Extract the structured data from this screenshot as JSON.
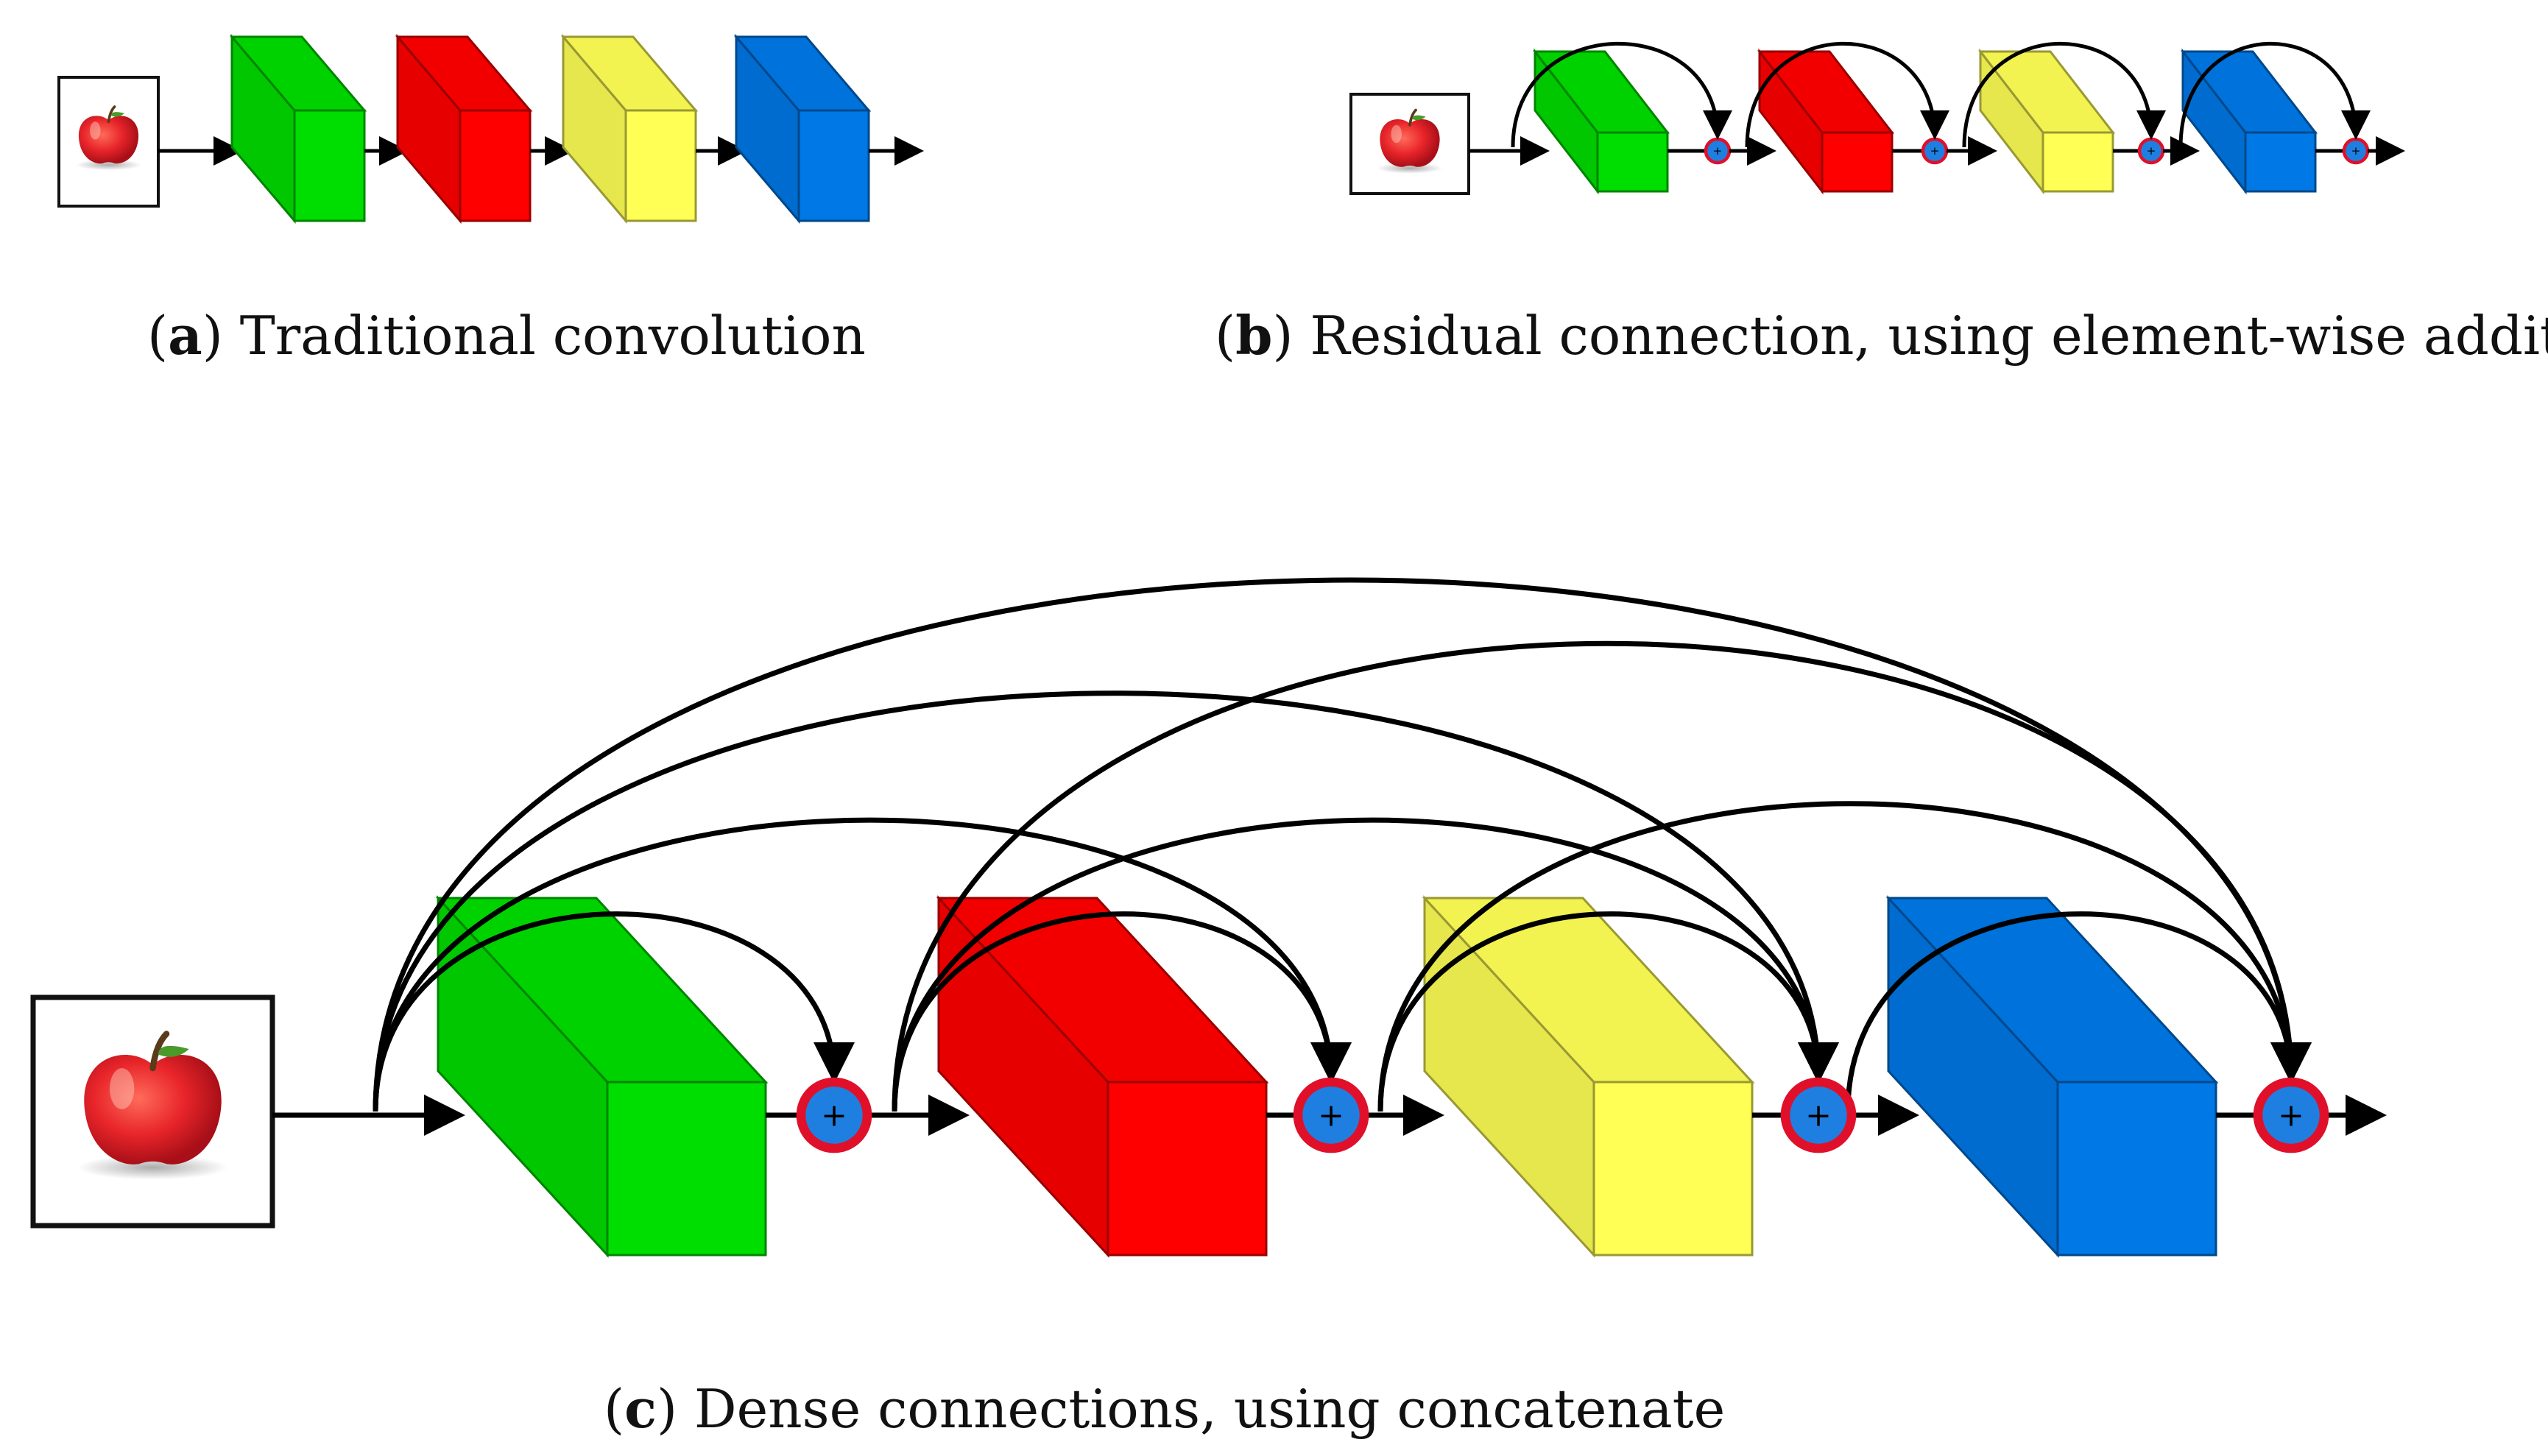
{
  "colors": {
    "green": "#00dd00",
    "red": "#ff0000",
    "yellow": "#ffff55",
    "blue": "#0078e6",
    "node_fill": "#1f7fe0",
    "node_ring": "#e0102a",
    "arrow": "#000000"
  },
  "icons": {
    "input_image": "apple-icon",
    "block_shape": "cuboid",
    "merge_node": "plus-circle-icon"
  },
  "panels": {
    "a": {
      "letter": "a",
      "text": " Traditional convolution",
      "blocks": [
        "green",
        "red",
        "yellow",
        "blue"
      ]
    },
    "b": {
      "letter": "b",
      "text": " Residual connection, using element-wise addition",
      "blocks": [
        "green",
        "red",
        "yellow",
        "blue"
      ],
      "merge_symbol": "+"
    },
    "c": {
      "letter": "c",
      "text": " Dense connections, using concatenate",
      "blocks": [
        "green",
        "red",
        "yellow",
        "blue"
      ],
      "merge_symbol": "+"
    }
  }
}
